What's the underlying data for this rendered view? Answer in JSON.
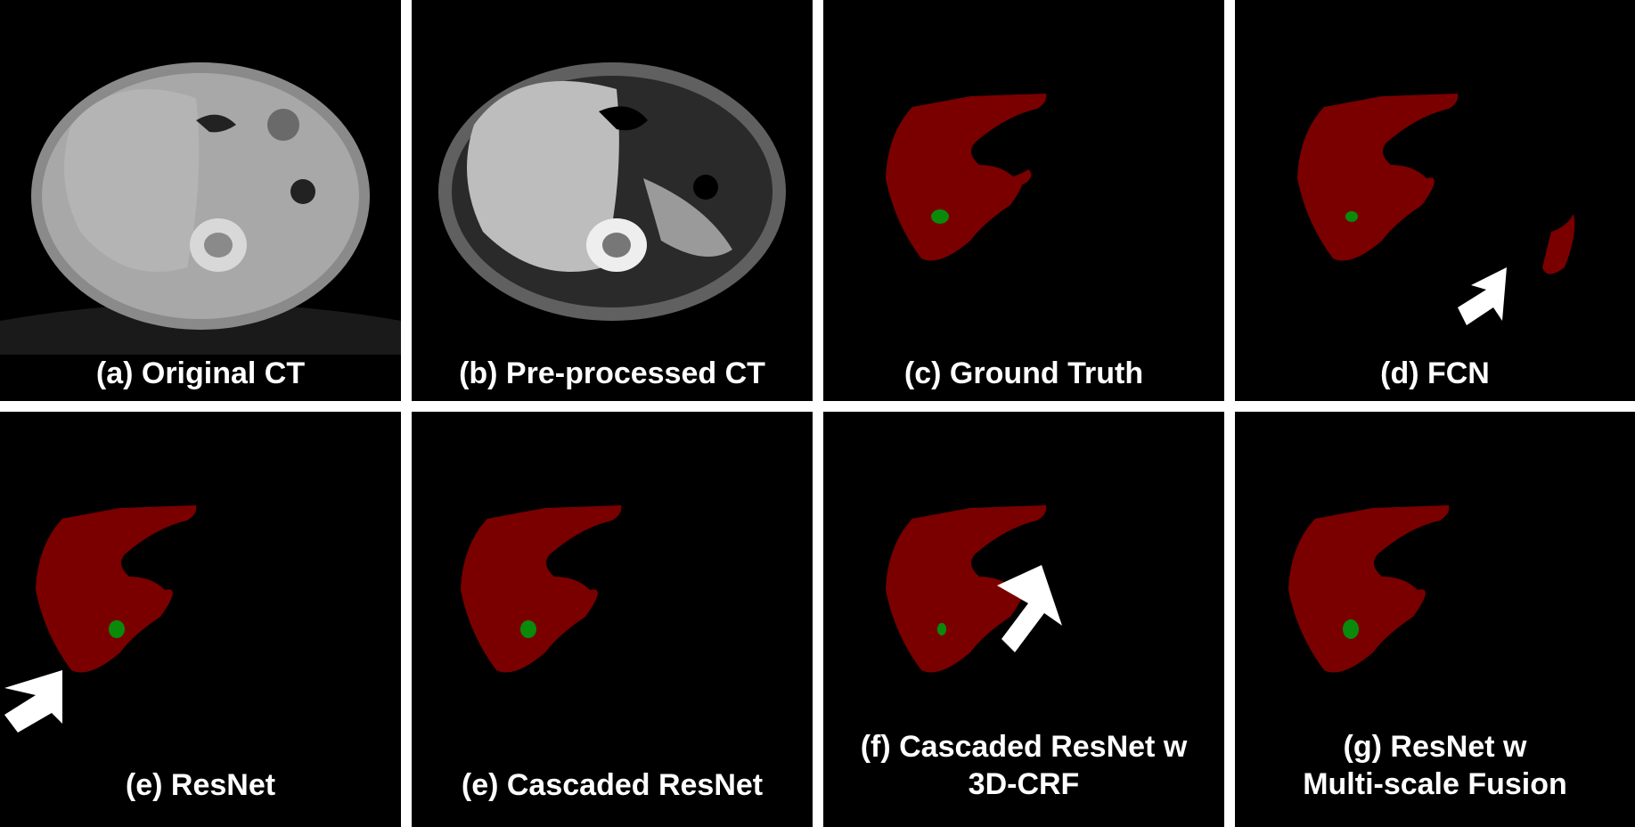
{
  "panels": [
    {
      "id": "a",
      "label": "(a) Original CT",
      "kind": "ct-raw"
    },
    {
      "id": "b",
      "label": "(b) Pre-processed CT",
      "kind": "ct-processed"
    },
    {
      "id": "c",
      "label": "(c) Ground Truth",
      "kind": "seg-ground-truth"
    },
    {
      "id": "d",
      "label": "(d) FCN",
      "kind": "seg-fcn",
      "arrow": true
    },
    {
      "id": "e1",
      "label": "(e) ResNet",
      "kind": "seg-resnet",
      "arrow": true
    },
    {
      "id": "e2",
      "label": "(e) Cascaded ResNet",
      "kind": "seg-cascaded"
    },
    {
      "id": "f",
      "label_line1": "(f) Cascaded ResNet w",
      "label_line2": "3D-CRF",
      "kind": "seg-crf",
      "arrow": true
    },
    {
      "id": "g",
      "label_line1": "(g) ResNet w",
      "label_line2": "Multi-scale Fusion",
      "kind": "seg-fusion"
    }
  ],
  "colors": {
    "liver": "#7a0000",
    "tumor": "#0a8a0a",
    "background": "#000000",
    "arrow": "#ffffff"
  },
  "icons": {
    "arrow": "white-arrow-icon"
  }
}
